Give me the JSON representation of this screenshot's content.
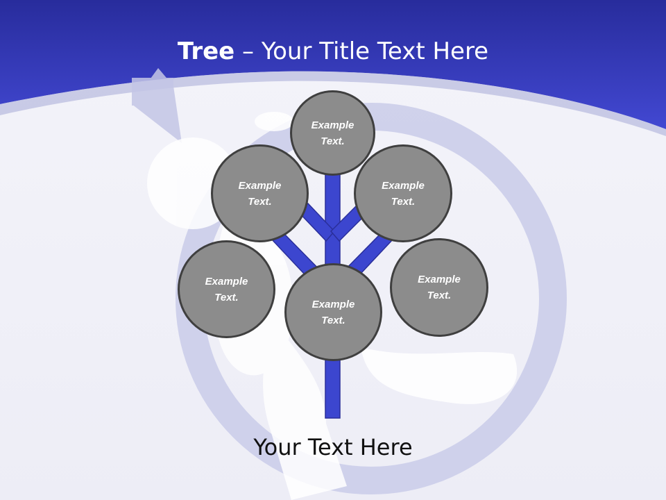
{
  "slide": {
    "title_bold": "Tree",
    "title_rest": " – Your Title Text Here",
    "bottom_text": "Your Text Here"
  },
  "nodes": [
    {
      "id": "top",
      "label": "Example\nText."
    },
    {
      "id": "upper-left",
      "label": "Example\nText."
    },
    {
      "id": "upper-right",
      "label": "Example\nText."
    },
    {
      "id": "lower-left",
      "label": "Example\nText."
    },
    {
      "id": "center",
      "label": "Example\nText."
    },
    {
      "id": "lower-right",
      "label": "Example\nText."
    }
  ],
  "colors": {
    "header_blue": "#3a3fc8",
    "branch_blue": "#3c46cf",
    "node_fill": "#8c8c8c",
    "node_border": "#3f3f3f"
  }
}
